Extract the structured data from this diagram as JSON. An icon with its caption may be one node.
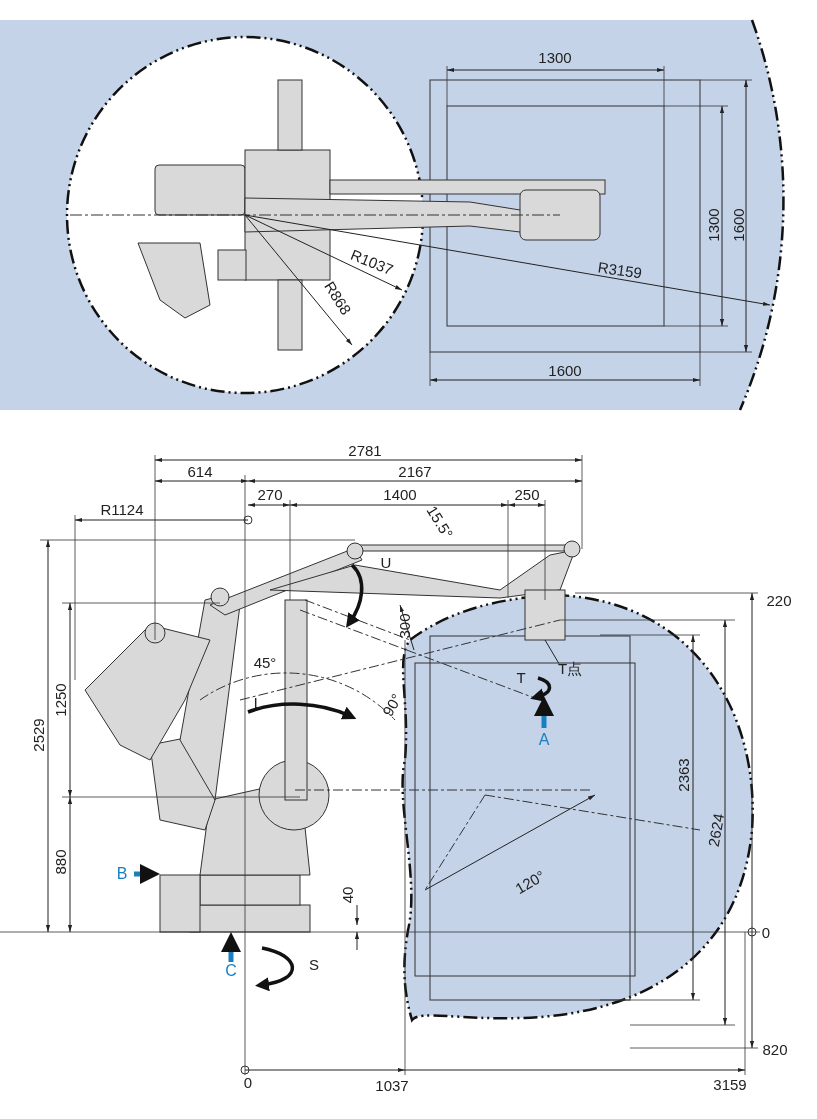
{
  "diagram": {
    "nodes": [
      {
        "text": [
          "T点"
        ]
      },
      {
        "text": [],
        "shape": "box"
      }
    ],
    "edges": [
      {
        "from": 0,
        "to": 1,
        "arrow": "none"
      }
    ],
    "labels": [
      "1300",
      "1300",
      "1600",
      "R1037",
      "R868",
      "R3159",
      "1600",
      "2781",
      "614",
      "2167",
      "270",
      "1400",
      "250",
      "R1124",
      "15.5°",
      "U",
      "220",
      "300",
      "T",
      "A",
      "45°",
      "L",
      "90°",
      "1250",
      "2529",
      "2363",
      "2624",
      "880",
      "120°",
      "B",
      "40",
      "0",
      "C",
      "S",
      "820",
      "0",
      "1037",
      "3159"
    ]
  }
}
